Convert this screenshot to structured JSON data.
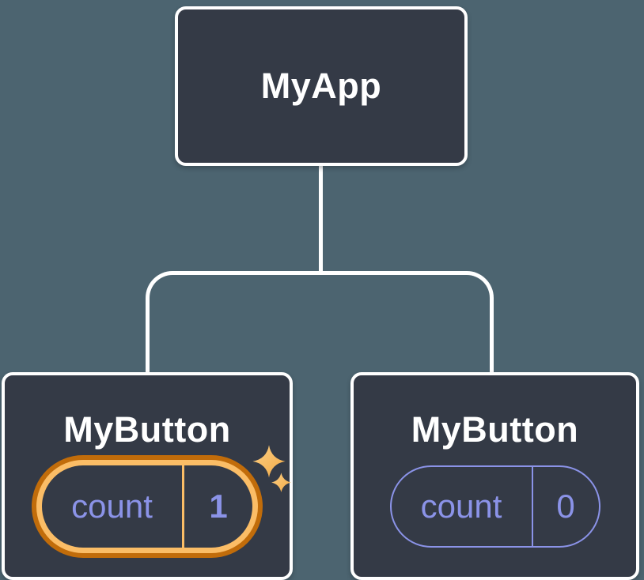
{
  "diagram": {
    "type": "component-tree",
    "root": {
      "label": "MyApp"
    },
    "children": [
      {
        "label": "MyButton",
        "highlighted": true,
        "icon": "sparkles-icon",
        "state": {
          "key": "count",
          "value": "1"
        }
      },
      {
        "label": "MyButton",
        "highlighted": false,
        "state": {
          "key": "count",
          "value": "0"
        }
      }
    ]
  },
  "colors": {
    "bg": "#4c6470",
    "node_fill": "#343a46",
    "node_border": "#ffffff",
    "connector": "#ffffff",
    "title": "#ffffff",
    "state_accent": "#8b93e8",
    "highlight_inner": "#fbbd66",
    "highlight_outer": "#c16c0a",
    "sparkle_light": "#fccf85",
    "sparkle_deep": "#f3aa45"
  }
}
